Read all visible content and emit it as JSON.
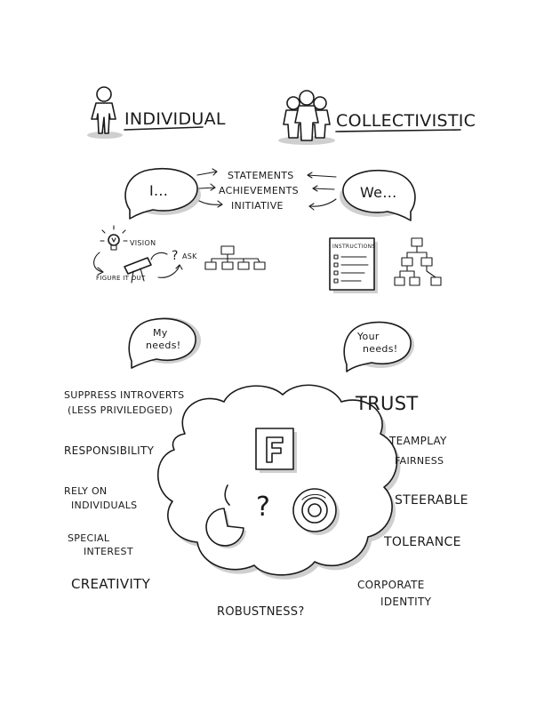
{
  "headings": {
    "left": "INDIVIDUAL",
    "right": "COLLECTIVISTIC"
  },
  "bubbles": {
    "left_top": "I...",
    "right_top": "We...",
    "left_needs": "My needs!",
    "right_needs": "Your needs!"
  },
  "center_list": [
    "STATEMENTS",
    "ACHIEVEMENTS",
    "INITIATIVE"
  ],
  "left_icons": {
    "vision": "VISION",
    "ask": "ASK",
    "figure_it_out": "FIGURE IT OUT"
  },
  "right_icons": {
    "instructions": "INSTRUCTIONS"
  },
  "left_notes": [
    "SUPPRESS INTROVERTS",
    "(LESS PRIVILEDGED)",
    "RESPONSIBILITY",
    "RELY ON",
    "INDIVIDUALS",
    "SPECIAL",
    "INTEREST",
    "CREATIVITY"
  ],
  "right_notes": [
    "TRUST",
    "TEAMPLAY",
    "FAIRNESS",
    "STEERABLE",
    "TOLERANCE",
    "CORPORATE",
    "IDENTITY"
  ],
  "bottom_note": "ROBUSTNESS?",
  "cloud": {
    "logo_letter": "F",
    "question": "?"
  }
}
